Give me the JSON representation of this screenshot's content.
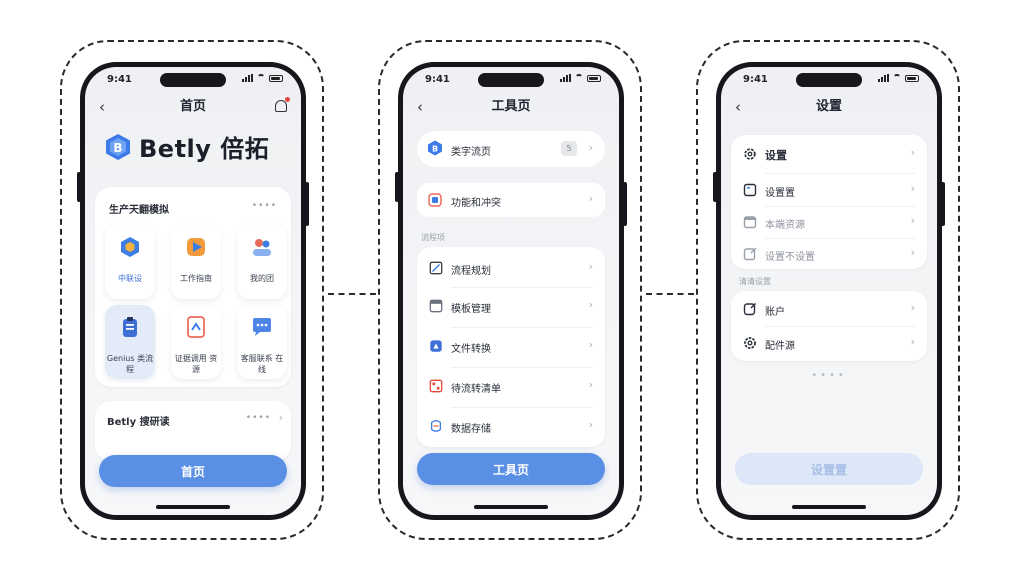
{
  "status": {
    "time": "9:41"
  },
  "screen1": {
    "title": "首页",
    "brand": "Betly 倍拓",
    "section1_title": "生产天翻模拟",
    "section1_more": "••••",
    "tiles": [
      {
        "label": "中联设",
        "icon": "hexagon-icon"
      },
      {
        "label": "工作指南",
        "icon": "play-icon"
      },
      {
        "label": "我的团",
        "icon": "people-icon"
      },
      {
        "label": "Genius 类流程",
        "icon": "clipboard-icon"
      },
      {
        "label": "证据调用 资源",
        "icon": "share-icon"
      },
      {
        "label": "客服联系 在线",
        "icon": "chat-icon"
      }
    ],
    "section2_title": "Betly 搜研读",
    "section2_more": "••••",
    "cta": "首页"
  },
  "screen2": {
    "title": "工具页",
    "top_row": "类字流页",
    "top_badge": "5",
    "second_row": "功能和冲突",
    "group_label": "流程项",
    "rows": [
      "流程规划",
      "模板管理",
      "文件转换",
      "待流转清单",
      "数据存储"
    ],
    "cta": "工具页"
  },
  "screen3": {
    "title": "设置",
    "header_row": "设置",
    "group1_rows": [
      "设置置",
      "本端资源",
      "设置不设置"
    ],
    "group2_label": "清清设置",
    "group2_rows": [
      "账户",
      "配件源"
    ],
    "pager": "••••",
    "cta": "设置置"
  },
  "colors": {
    "accent": "#5a8fe6",
    "accent_disabled": "#dce7f8",
    "frame": "#15171c"
  }
}
